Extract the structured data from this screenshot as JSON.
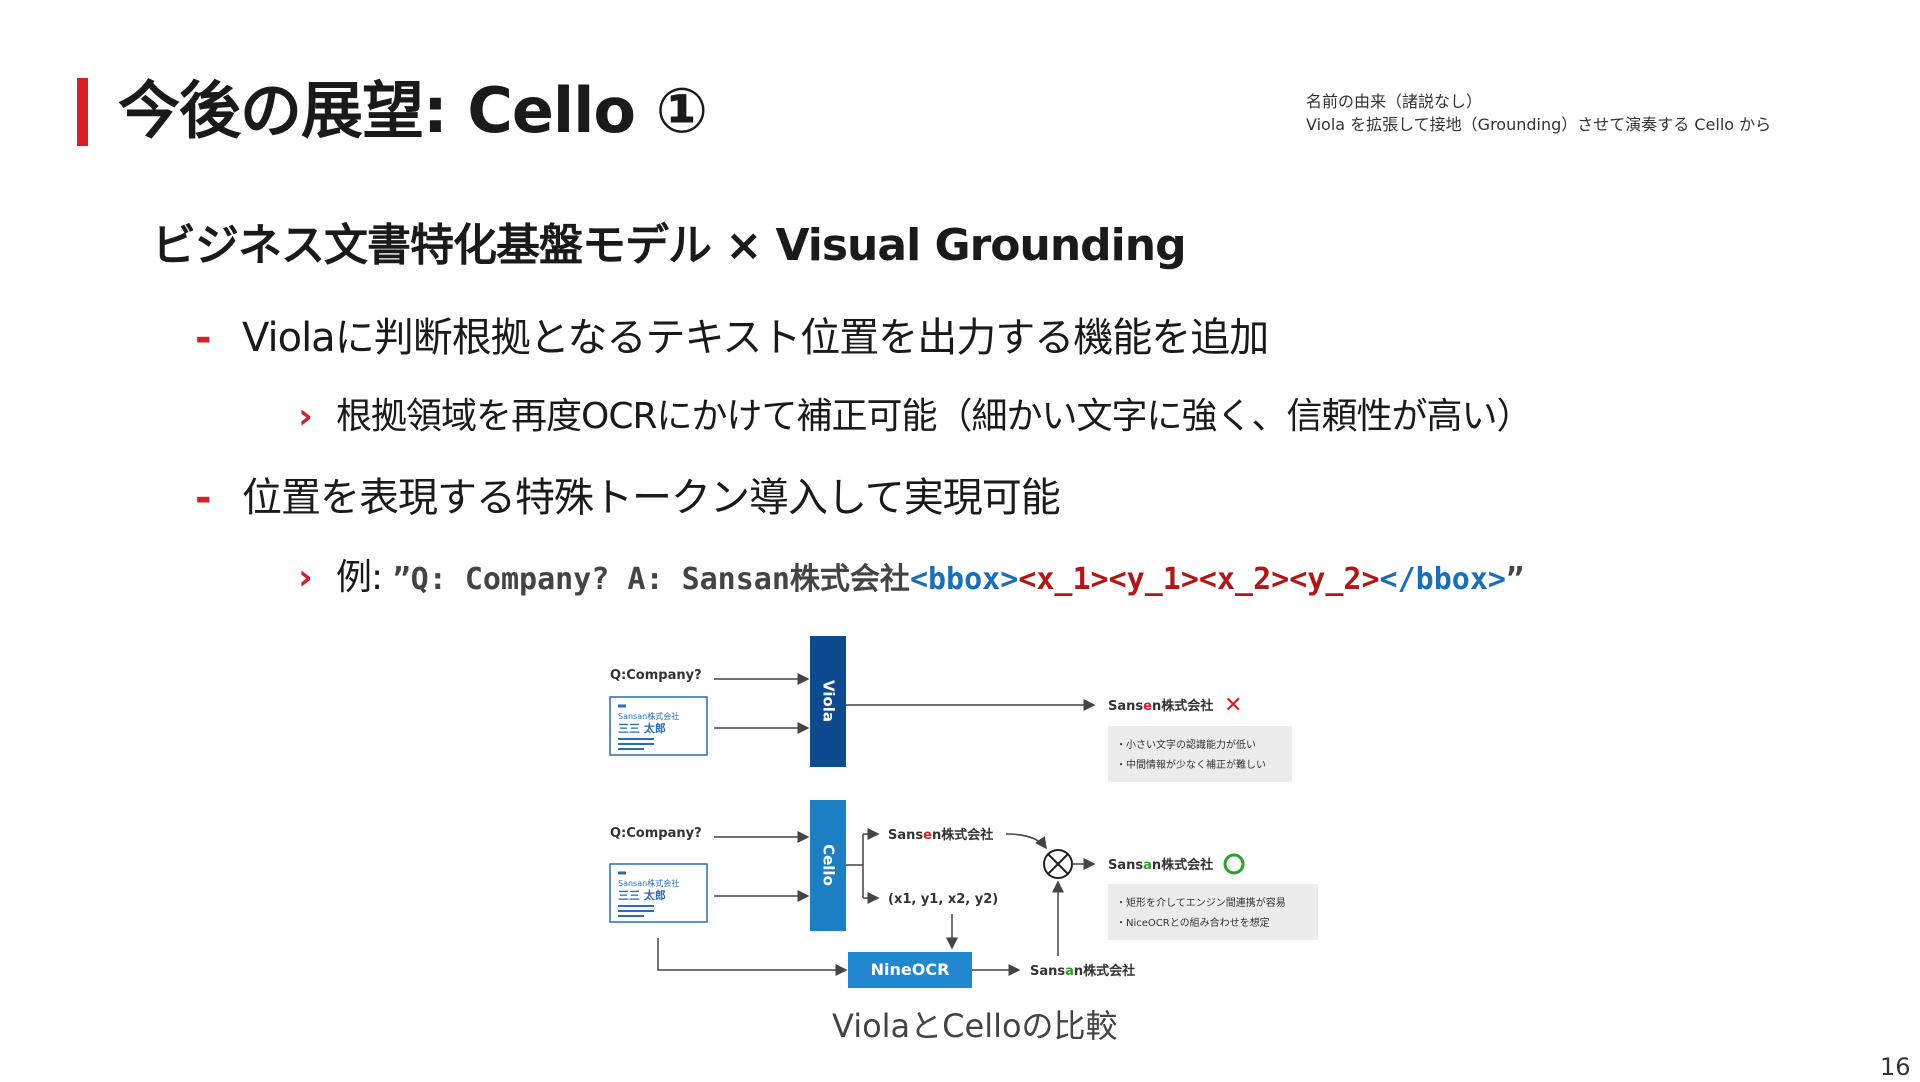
{
  "title": "今後の展望: Cello ①",
  "note": {
    "line1": "名前の由来（諸説なし）",
    "line2": "Viola を拡張して接地（Grounding）させて演奏する Cello から"
  },
  "subtitle": "ビジネス文書特化基盤モデル × Visual Grounding",
  "bullets": [
    {
      "text": "Violaに判断根拠となるテキスト位置を出力する機能を追加",
      "sub": "根拠領域を再度OCRにかけて補正可能（細かい文字に強く、信頼性が高い）"
    },
    {
      "text": "位置を表現する特殊トークン導入して実現可能",
      "sub_prefix": "例: ",
      "sub_code": {
        "q": "”Q: Company? A: Sansan株式会社",
        "bbox_open": "<bbox>",
        "coords": "<x_1><y_1><x_2><y_2>",
        "bbox_close": "</bbox>",
        "end_quote": "”"
      }
    }
  ],
  "diagram": {
    "q_top": "Q:Company?",
    "q_bottom": "Q:Company?",
    "card_company": "Sansan株式会社",
    "card_name": "三三 太郎",
    "viola_label": "Viola",
    "cello_label": "Cello",
    "nineocr_label": "NineOCR",
    "viola_out_prefix": "Sans",
    "viola_out_diff": "e",
    "viola_out_suffix": "n株式会社",
    "viola_note1": "・小さい文字の認識能力が低い",
    "viola_note2": "・中間情報が少なく補正が難しい",
    "cello_out_prefix": "Sans",
    "cello_out_diff": "e",
    "cello_out_suffix": "n株式会社",
    "cello_coords": "(x1, y1, x2, y2)",
    "final_prefix": "Sans",
    "final_diff": "a",
    "final_suffix": "n株式会社",
    "cello_note1": "・矩形を介してエンジン間連携が容易",
    "cello_note2": "・NiceOCRとの組み合わせを想定",
    "ocr_out_prefix": "Sans",
    "ocr_out_diff": "a",
    "ocr_out_suffix": "n株式会社",
    "cross_mark": "✕",
    "colors": {
      "viola": "#0e4a8f",
      "cello": "#1c7fc4",
      "nineocr": "#2187cf",
      "wrong": "#d71f27",
      "correct": "#2aa02a",
      "note_bg": "#ececec",
      "accent_red": "#d71f27"
    }
  },
  "caption": "ViolaとCelloの比較",
  "page_number": "16"
}
